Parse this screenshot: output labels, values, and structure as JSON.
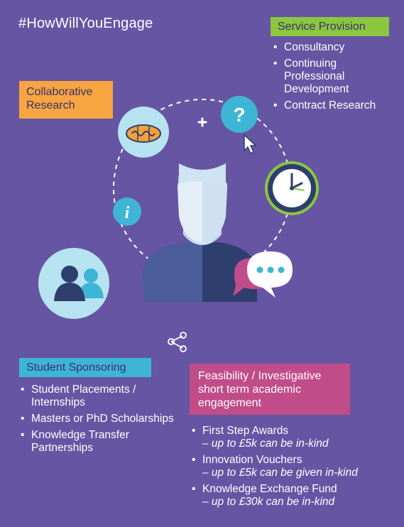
{
  "hashtag": "#HowWillYouEngage",
  "service_provision": {
    "title": "Service Provision",
    "items": [
      "Consultancy",
      "Continuing Professional Development",
      "Contract Research"
    ]
  },
  "collaborative_research": {
    "title": "Collaborative Research"
  },
  "student_sponsoring": {
    "title": "Student Sponsoring",
    "items": [
      "Student Placements / Internships",
      "Masters or PhD Scholarships",
      "Knowledge Transfer Partnerships"
    ]
  },
  "feasibility": {
    "title": "Feasibility / Investigative short term academic engagement",
    "items": [
      {
        "name": "First Step Awards",
        "note": "– up to £5k can be in-kind"
      },
      {
        "name": "Innovation Vouchers",
        "note": "– up to £5k can be given in-kind"
      },
      {
        "name": "Knowledge Exchange Fund",
        "note": "– up to £30k can be in-kind"
      }
    ]
  },
  "colors": {
    "background": "#6655a3",
    "green": "#8cc63f",
    "orange": "#f7a541",
    "cyan": "#3fb5d6",
    "magenta": "#c04d8a",
    "circle": "#b7e3f1",
    "navy": "#2e3f6e"
  },
  "icons": [
    "brain-icon",
    "question-icon",
    "cursor-icon",
    "clock-icon",
    "info-icon",
    "people-icon",
    "speech-bubbles-icon",
    "share-icon",
    "plus-icon",
    "person-avatar"
  ]
}
